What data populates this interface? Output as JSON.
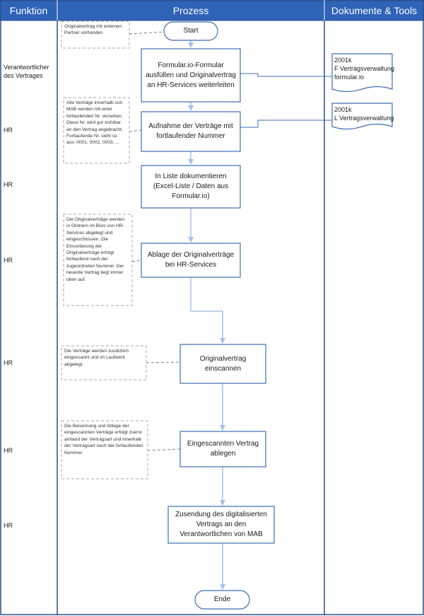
{
  "headers": {
    "funktion": "Funktion",
    "prozess": "Prozess",
    "dokumente": "Dokumente & Tools"
  },
  "colors": {
    "header_bg": "#2e63b8",
    "box_border": "#3e6db5",
    "arrow": "#a9bfe3",
    "note_border": "#a6a6a6"
  },
  "roles": {
    "r1_line1": "Verantwortlicher",
    "r1_line2": "des Vertrages",
    "r2": "HR",
    "r3": "HR",
    "r4": "HR",
    "r5": "HR",
    "r6": "HR",
    "r7": "HR"
  },
  "process": {
    "start": "Start",
    "step1": "Formular.io-Formular ausfüllen und Originalvertrag an HR-Services weiterleiten",
    "step2": "Aufnahme der Verträge mit fortlaufender Nummer",
    "step3": "In Liste dokumentieren (Excel-Liste / Daten aus Formular.io)",
    "step4": "Ablage der Originalverträge bei HR-Services",
    "step5": "Originalvertrag einscannen",
    "step6": "Eingescannten Vertrag ablegen",
    "step7": "Zusendung des digitalisierten Vertrags an den Verantwortlichen von MAB",
    "end": "Ende"
  },
  "notes": {
    "n1": "Originalvertrag mit externen Partner vorhanden",
    "n2": "Alle Verträge innerhalb von MAB werden mit einer fortlaufenden Nr. versehen. Diese Nr. wird gut sichtbar an den Vertrag angebracht. Fortlaufende Nr. sieht so aus: 0001, 0002, 0003, ...",
    "n3": "Die Originalverträge werden in Ordnern im Büro von HR-Services abgelegt und eingeschlossen. Die Einsortierung der Originalverträge erfolgt fortlaufend nach der zugeordneten Nummer. Der neueste Vertrag liegt immer oben auf.",
    "n4": "Die Verträge werden zusätzlich eingescannt und im Laufwerk abgelegt.",
    "n5": "Die Benennung und Ablage der eingescannten Verträge erfolgt zuerst anhand der Vertragsart und innerhalb der Vertragsart nach der fortlaufenden Nummer."
  },
  "documents": {
    "d1_line1": "2001k",
    "d1_line2": "F Vertragsverwaltung",
    "d1_line3": "formular.io",
    "d2_line1": "2001k",
    "d2_line2": "L Vertragsverwaltung"
  }
}
